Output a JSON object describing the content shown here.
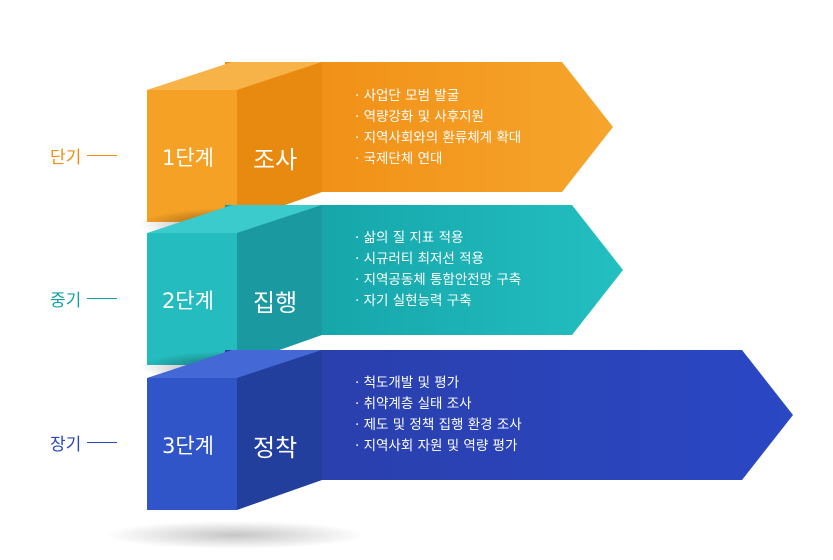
{
  "stages": [
    {
      "term": "단기",
      "step": "1단계",
      "action": "조사",
      "color": "#f39c1f",
      "items": [
        "사업단 모범 발굴",
        "역량강화 및 사후지원",
        "지역사회와의 환류체계 확대",
        "국제단체 연대"
      ]
    },
    {
      "term": "중기",
      "step": "2단계",
      "action": "집행",
      "color": "#1fb8ba",
      "items": [
        "삶의 질 지표 적용",
        "시규러티 최저선 적용",
        "지역공동체 통합안전망 구축",
        "자기 실현능력 구축"
      ]
    },
    {
      "term": "장기",
      "step": "3단계",
      "action": "정착",
      "color": "#2a4db8",
      "items": [
        "척도개발 및 평가",
        "취약계층 실태 조사",
        "제도 및 정책 집행 환경 조사",
        "지역사회 자원 및 역량 평가"
      ]
    }
  ]
}
